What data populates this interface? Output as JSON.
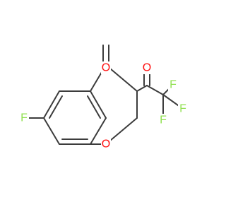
{
  "molecule": {
    "atoms": {
      "fluorine_ring": "F",
      "ketone_oxygen": "O",
      "ring_oxygen": "O",
      "acyl_oxygen": "O",
      "cf3_fluorine_top": "F",
      "cf3_fluorine_right": "F",
      "cf3_fluorine_bottom": "F"
    },
    "colors": {
      "bond": "#3c3c3c",
      "oxygen": "#ff0d0d",
      "fluorine": "#90e050"
    }
  }
}
